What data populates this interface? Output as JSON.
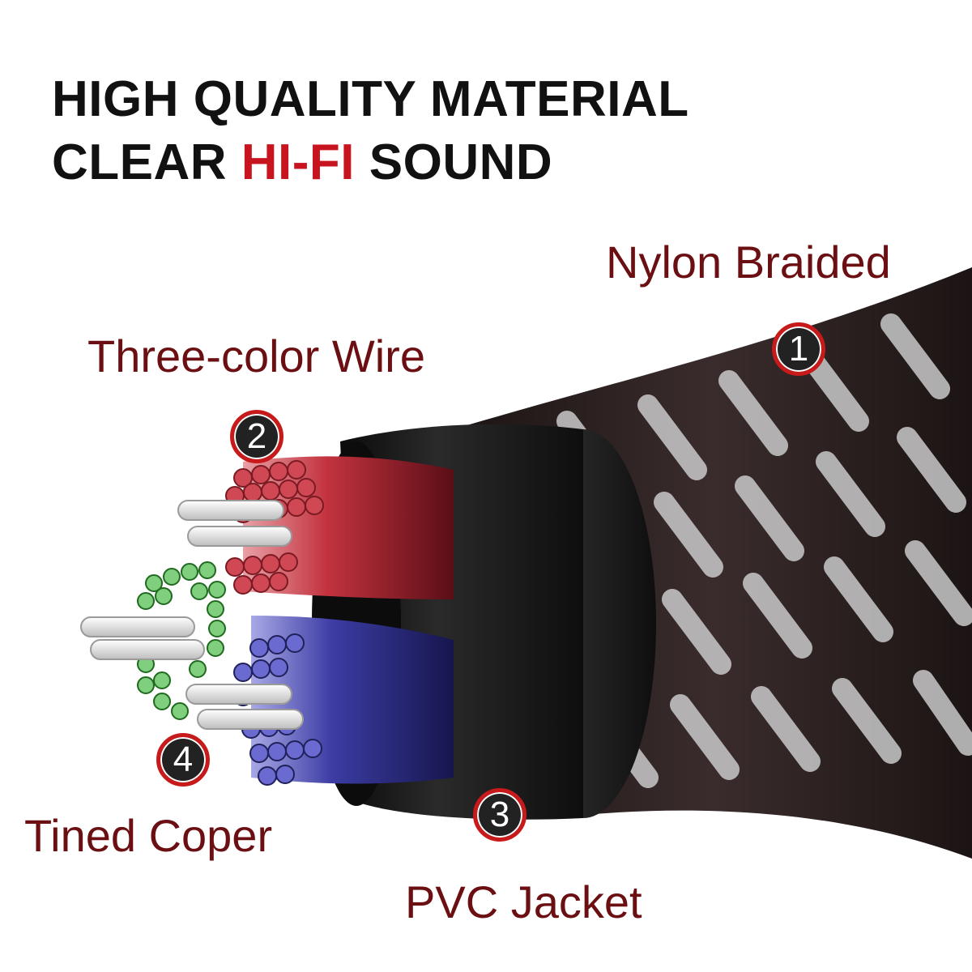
{
  "headline": {
    "line1": "HIGH QUALITY MATERIAL",
    "line2_pre": "CLEAR ",
    "line2_highlight": "HI-FI",
    "line2_post": " SOUND"
  },
  "callouts": [
    {
      "number": "1",
      "label": "Nylon Braided"
    },
    {
      "number": "2",
      "label": "Three-color Wire"
    },
    {
      "number": "3",
      "label": "PVC Jacket"
    },
    {
      "number": "4",
      "label": "Tined Coper"
    }
  ],
  "colors": {
    "headline": "#111111",
    "highlight": "#c8141e",
    "label": "#6b0f12",
    "badge_fill": "#222222",
    "badge_ring": "#c81a1a",
    "wire_red": "#c0303a",
    "wire_green": "#3a9a3a",
    "wire_blue": "#3a3a9a",
    "strand_tin": "#e6e6e6",
    "jacket": "#161616",
    "braid_dark": "#2a2020",
    "braid_light": "#b8b8b8"
  }
}
